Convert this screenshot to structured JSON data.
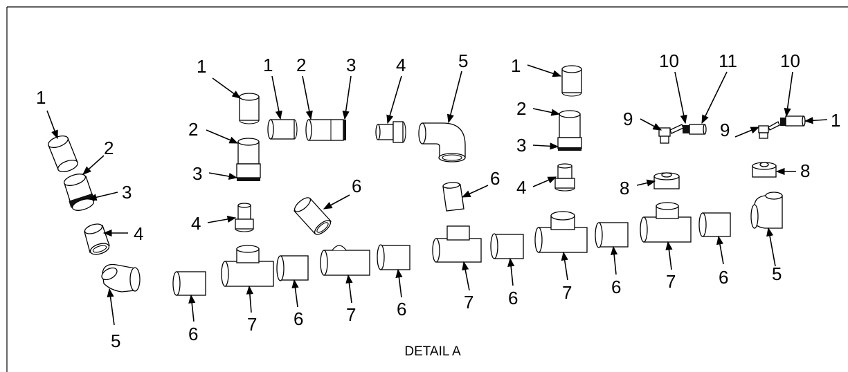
{
  "detail_title": "DETAIL A",
  "callouts": {
    "c1": "1",
    "c2": "2",
    "c3": "3",
    "c4": "4",
    "c5": "5",
    "c6": "6",
    "c7": "7",
    "c8": "8",
    "c9": "9",
    "c10": "10",
    "c11": "11"
  },
  "colors": {
    "line": "#000000",
    "background": "#ffffff"
  }
}
